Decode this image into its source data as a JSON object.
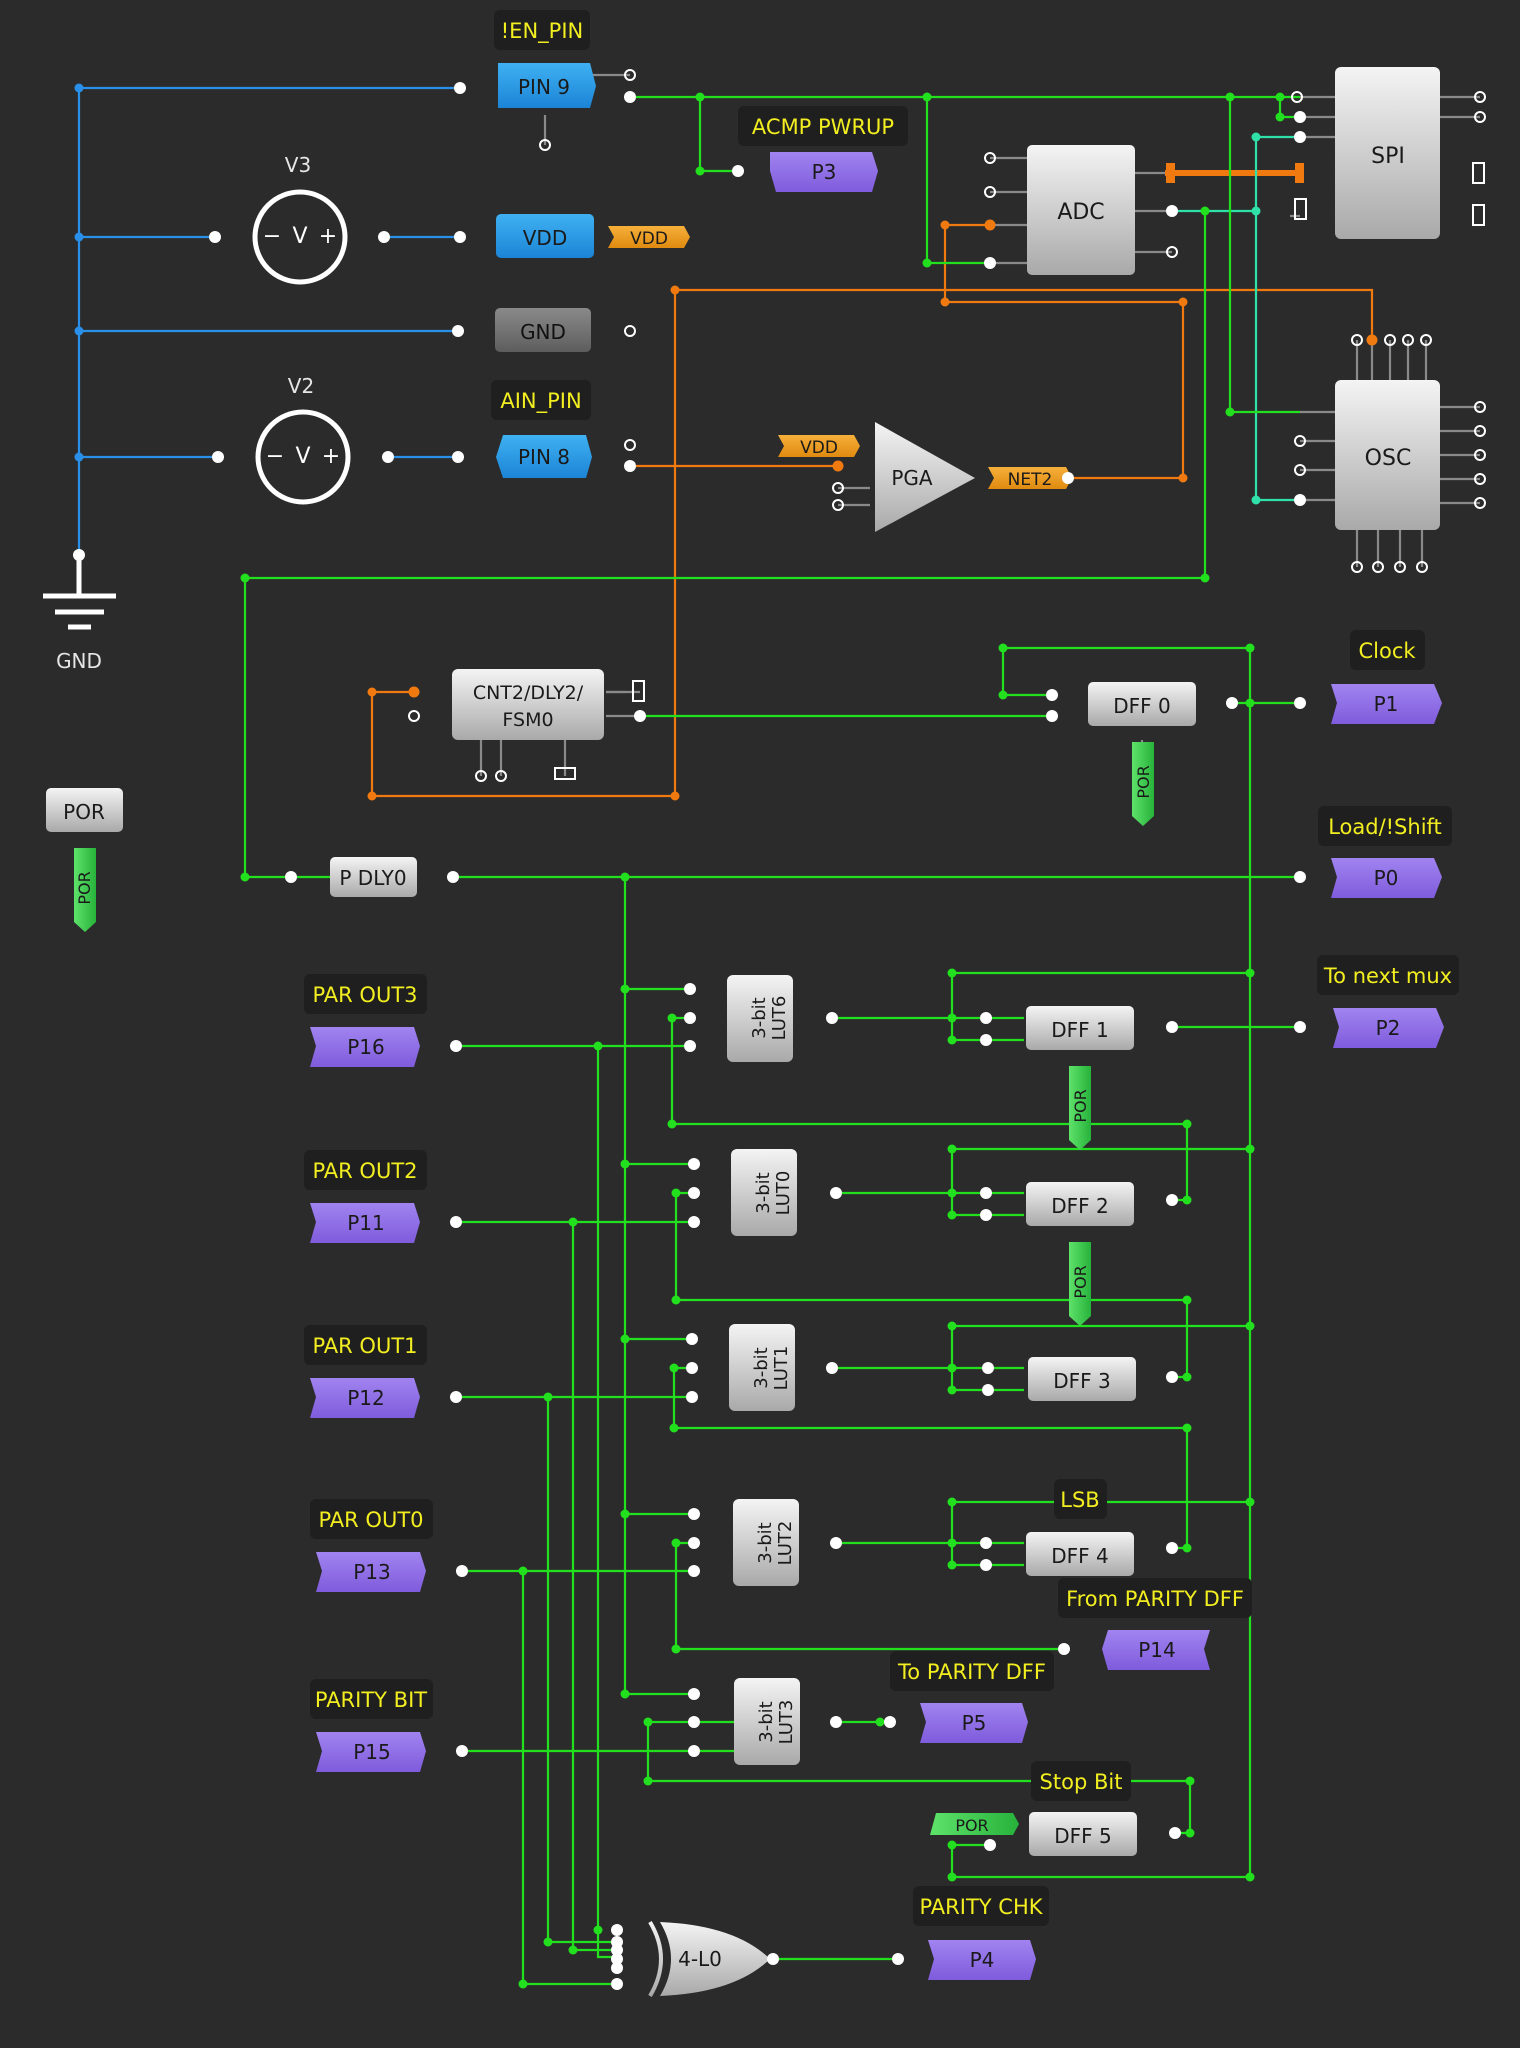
{
  "colors": {
    "background": "#2b2b2b",
    "wire_green": "#22e01e",
    "wire_blue": "#2a8fe8",
    "wire_orange": "#f07a10",
    "wire_teal": "#2fe0a8",
    "pin_blue": "#2b9be6",
    "port_purple": "#8f6de6",
    "net_orange": "#ef9a1c",
    "por_green": "#3fcf55",
    "label_yellow": "#f2ee20",
    "label_bg": "#1f1f1f",
    "block_gray": "#c9c9c9"
  },
  "ground_label": "GND",
  "sources": [
    {
      "id": "v3",
      "label": "V3",
      "symbol": "V"
    },
    {
      "id": "v2",
      "label": "V2",
      "symbol": "V"
    }
  ],
  "pins": {
    "pin9": "PIN 9",
    "vdd": "VDD",
    "gnd": "GND",
    "pin8": "PIN 8",
    "por": "POR",
    "pdly": "P DLY0"
  },
  "blocks": {
    "adc": "ADC",
    "spi": "SPI",
    "osc": "OSC",
    "pga": "PGA",
    "cnt_line1": "CNT2/DLY2/",
    "cnt_line2": "FSM0",
    "xor": "4-L0"
  },
  "nets": {
    "vdd_out": "VDD",
    "vdd_pga": "VDD",
    "net2": "NET2"
  },
  "labels": {
    "en_pin": "!EN_PIN",
    "acmp": "ACMP PWRUP",
    "ain_pin": "AIN_PIN",
    "clock": "Clock",
    "load_shift": "Load/!Shift",
    "next_mux": "To next mux",
    "par_out3": "PAR OUT3",
    "par_out2": "PAR OUT2",
    "par_out1": "PAR OUT1",
    "par_out0": "PAR OUT0",
    "lsb": "LSB",
    "from_parity": "From PARITY DFF",
    "to_parity": "To PARITY DFF",
    "parity_bit": "PARITY BIT",
    "stop_bit": "Stop Bit",
    "parity_chk": "PARITY CHK"
  },
  "ports": {
    "p3": "P3",
    "p1": "P1",
    "p0": "P0",
    "p2": "P2",
    "p16": "P16",
    "p11": "P11",
    "p12": "P12",
    "p13": "P13",
    "p14": "P14",
    "p15": "P15",
    "p5": "P5",
    "p4": "P4"
  },
  "luts": {
    "lut6": {
      "line1": "3-bit",
      "line2": "LUT6"
    },
    "lut0": {
      "line1": "3-bit",
      "line2": "LUT0"
    },
    "lut1": {
      "line1": "3-bit",
      "line2": "LUT1"
    },
    "lut2": {
      "line1": "3-bit",
      "line2": "LUT2"
    },
    "lut3": {
      "line1": "3-bit",
      "line2": "LUT3"
    }
  },
  "dffs": {
    "dff0": "DFF 0",
    "dff1": "DFF 1",
    "dff2": "DFF 2",
    "dff3": "DFF 3",
    "dff4": "DFF 4",
    "dff5": "DFF 5"
  },
  "por_tags": {
    "main": "POR",
    "dff0": "POR",
    "dff1": "POR",
    "dff2": "POR",
    "dff5": "POR"
  }
}
